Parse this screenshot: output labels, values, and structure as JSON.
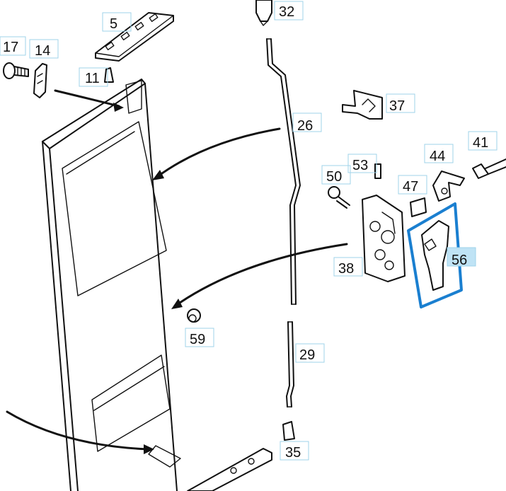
{
  "callouts": {
    "c5": "5",
    "c32": "32",
    "c17": "17",
    "c14": "14",
    "c11": "11",
    "c37": "37",
    "c26": "26",
    "c44": "44",
    "c41": "41",
    "c53": "53",
    "c50": "50",
    "c47": "47",
    "c56": "56",
    "c38": "38",
    "c59": "59",
    "c29": "29",
    "c35": "35"
  },
  "highlight": {
    "part": "56",
    "color": "#1a7fd0"
  }
}
